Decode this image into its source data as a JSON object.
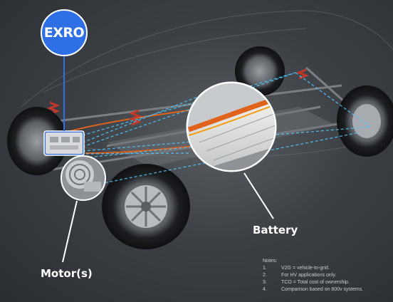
{
  "brand": {
    "logo_text": "EXRO",
    "accent_color": "#2f6fe6",
    "link_color": "#4fc3f7"
  },
  "labels": {
    "battery": "Battery",
    "motor": "Motor(s)"
  },
  "notes": {
    "title": "Notes:",
    "items": [
      {
        "num": "1.",
        "text": "V2G = vehicle-to-grid."
      },
      {
        "num": "2.",
        "text": "For HV applications only."
      },
      {
        "num": "3.",
        "text": "TCO = Total cost of ownership."
      },
      {
        "num": "4.",
        "text": "Comparison based on 800v systems."
      }
    ]
  }
}
